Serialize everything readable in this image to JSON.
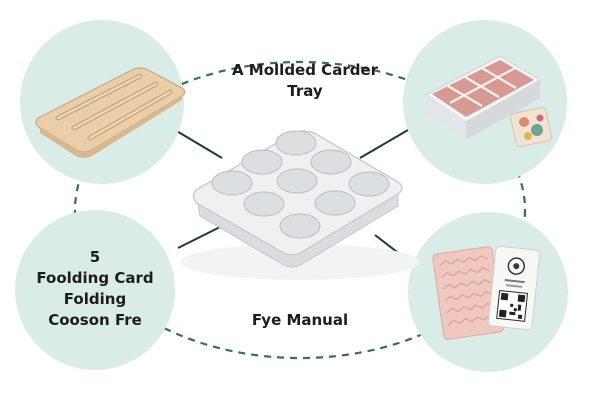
{
  "labels": {
    "top_center": {
      "line1": "A Mollded Carder",
      "line2": "Tray"
    },
    "left_bottom": {
      "line1": "5",
      "line2": "Foolding Card",
      "line3": "Folding",
      "line4": "Cooson Fre"
    },
    "bottom_center": {
      "line1": "Fye Manual"
    }
  },
  "colors": {
    "circle_fill": "#d9ece7",
    "dash": "#3f6b5b",
    "connector": "#1e3a32",
    "tray_wood": "#e8cfa9",
    "tray_white": "#eef0f1",
    "organizer_pink": "#d69a93",
    "card_pink": "#efc8bf"
  },
  "icons": {
    "top_left": "wooden-card-tray-icon",
    "top_right": "pink-organizer-with-coaster-icon",
    "bottom_right": "instruction-cards-qr-icon",
    "center": "muffin-tray-icon"
  }
}
